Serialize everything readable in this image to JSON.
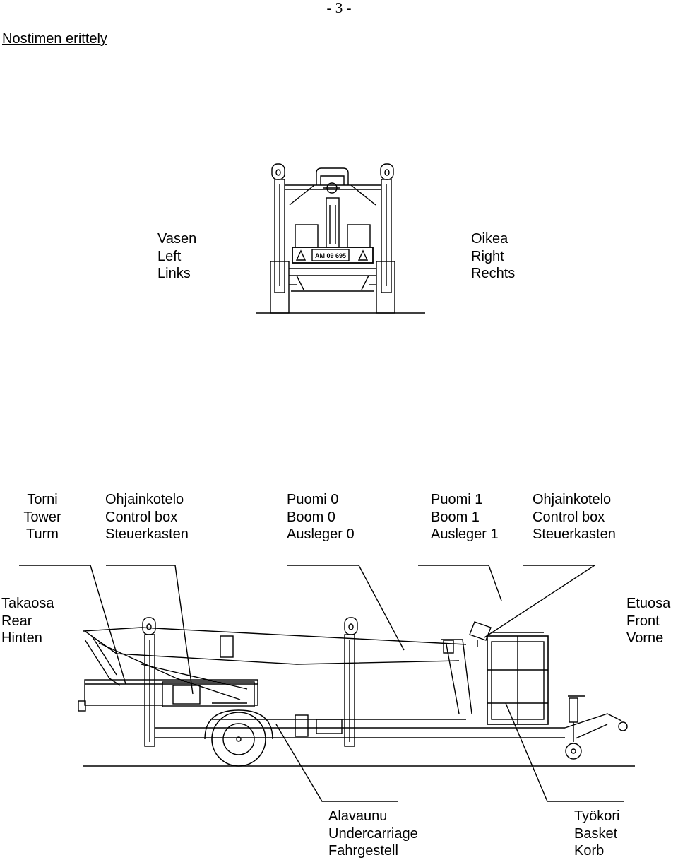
{
  "page_number": "- 3 -",
  "title": "Nostimen erittely",
  "front_view": {
    "left_label": [
      "Vasen",
      "Left",
      "Links"
    ],
    "right_label": [
      "Oikea",
      "Right",
      "Rechts"
    ],
    "plate_text": "AM 09 695"
  },
  "side_labels_top": {
    "tower": [
      "Torni",
      "Tower",
      "Turm"
    ],
    "control_box_rear": [
      "Ohjainkotelo",
      "Control box",
      "Steuerkasten"
    ],
    "boom0": [
      "Puomi 0",
      "Boom 0",
      "Ausleger 0"
    ],
    "boom1": [
      "Puomi 1",
      "Boom 1",
      "Ausleger 1"
    ],
    "control_box_front": [
      "Ohjainkotelo",
      "Control box",
      "Steuerkasten"
    ]
  },
  "side_labels_ends": {
    "rear": [
      "Takaosa",
      "Rear",
      "Hinten"
    ],
    "front": [
      "Etuosa",
      "Front",
      "Vorne"
    ]
  },
  "side_labels_bottom": {
    "undercarriage": [
      "Alavaunu",
      "Undercarriage",
      "Fahrgestell"
    ],
    "basket": [
      "Työkori",
      "Basket",
      "Korb"
    ]
  }
}
